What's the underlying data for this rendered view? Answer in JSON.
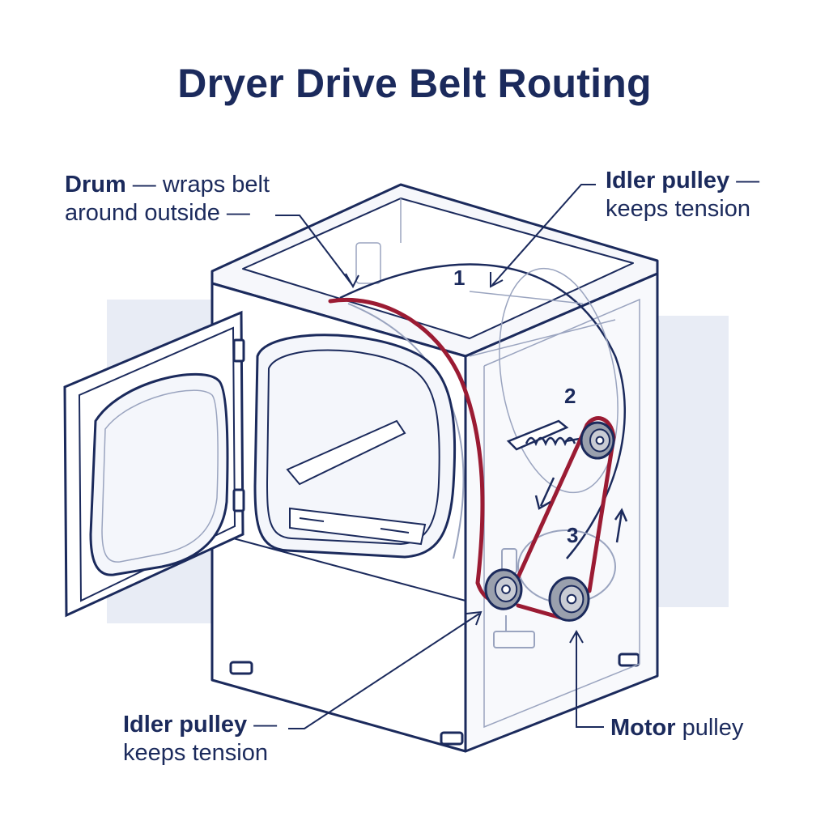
{
  "title": "Dryer Drive Belt Routing",
  "callouts": {
    "drum": {
      "bold": "Drum",
      "rest": " — wraps belt",
      "line2": "around outside —"
    },
    "idler_top": {
      "bold": "Idler pulley",
      "rest": " —",
      "line2": "keeps tension"
    },
    "idler_bottom": {
      "bold": "Idler pulley",
      "rest": " —",
      "line2": "keeps tension"
    },
    "motor": {
      "bold": "Motor",
      "rest": " pulley"
    }
  },
  "step_numbers": [
    "1",
    "2",
    "3"
  ],
  "colors": {
    "outline": "#1b2a5c",
    "belt": "#9b1b33",
    "panel_bg": "#e8ecf5",
    "pulley": "#9aa0ad"
  }
}
